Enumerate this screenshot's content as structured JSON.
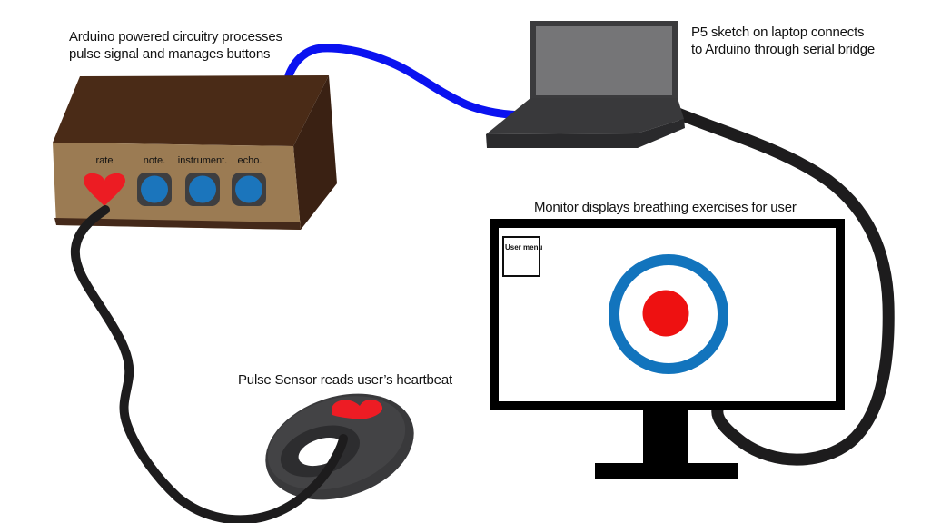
{
  "annotations": {
    "arduino": "Arduino powered circuitry processes\npulse signal and manages buttons",
    "p5": "P5 sketch on laptop connects\nto Arduino through serial bridge",
    "monitor": "Monitor displays breathing exercises for user",
    "pulse": "Pulse Sensor reads user’s heartbeat"
  },
  "device": {
    "labels": {
      "rate": "rate",
      "note": "note.",
      "instrument": "instrument.",
      "echo": "echo."
    }
  },
  "monitor_screen": {
    "user_menu_label": "User menu"
  },
  "icons": {
    "heart": "heart-icon",
    "sensor_heart": "heart-icon"
  },
  "colors": {
    "background": "#ffffff",
    "box_top": "#4a2b17",
    "box_side": "#3a2113",
    "box_front": "#9b7b53",
    "box_front_edge": "#44291a",
    "button_bezel": "#3e3e40",
    "button_blue": "#1b75bc",
    "heart_red": "#ec1c23",
    "wire_blue": "#0a12f0",
    "cable_black": "#1d1c1d",
    "laptop_frame": "#3b3b3d",
    "laptop_screen": "#757577",
    "laptop_base": "#39393b",
    "laptop_base_edge": "#2a2a2c",
    "monitor_frame": "#000000",
    "screen_white": "#ffffff",
    "ring_blue": "#1274bd",
    "dot_red": "#ee1111",
    "sensor_body": "#39393b",
    "sensor_top": "#434345",
    "sensor_inner": "#2d2d2f",
    "sensor_heart": "#ed1c24"
  }
}
